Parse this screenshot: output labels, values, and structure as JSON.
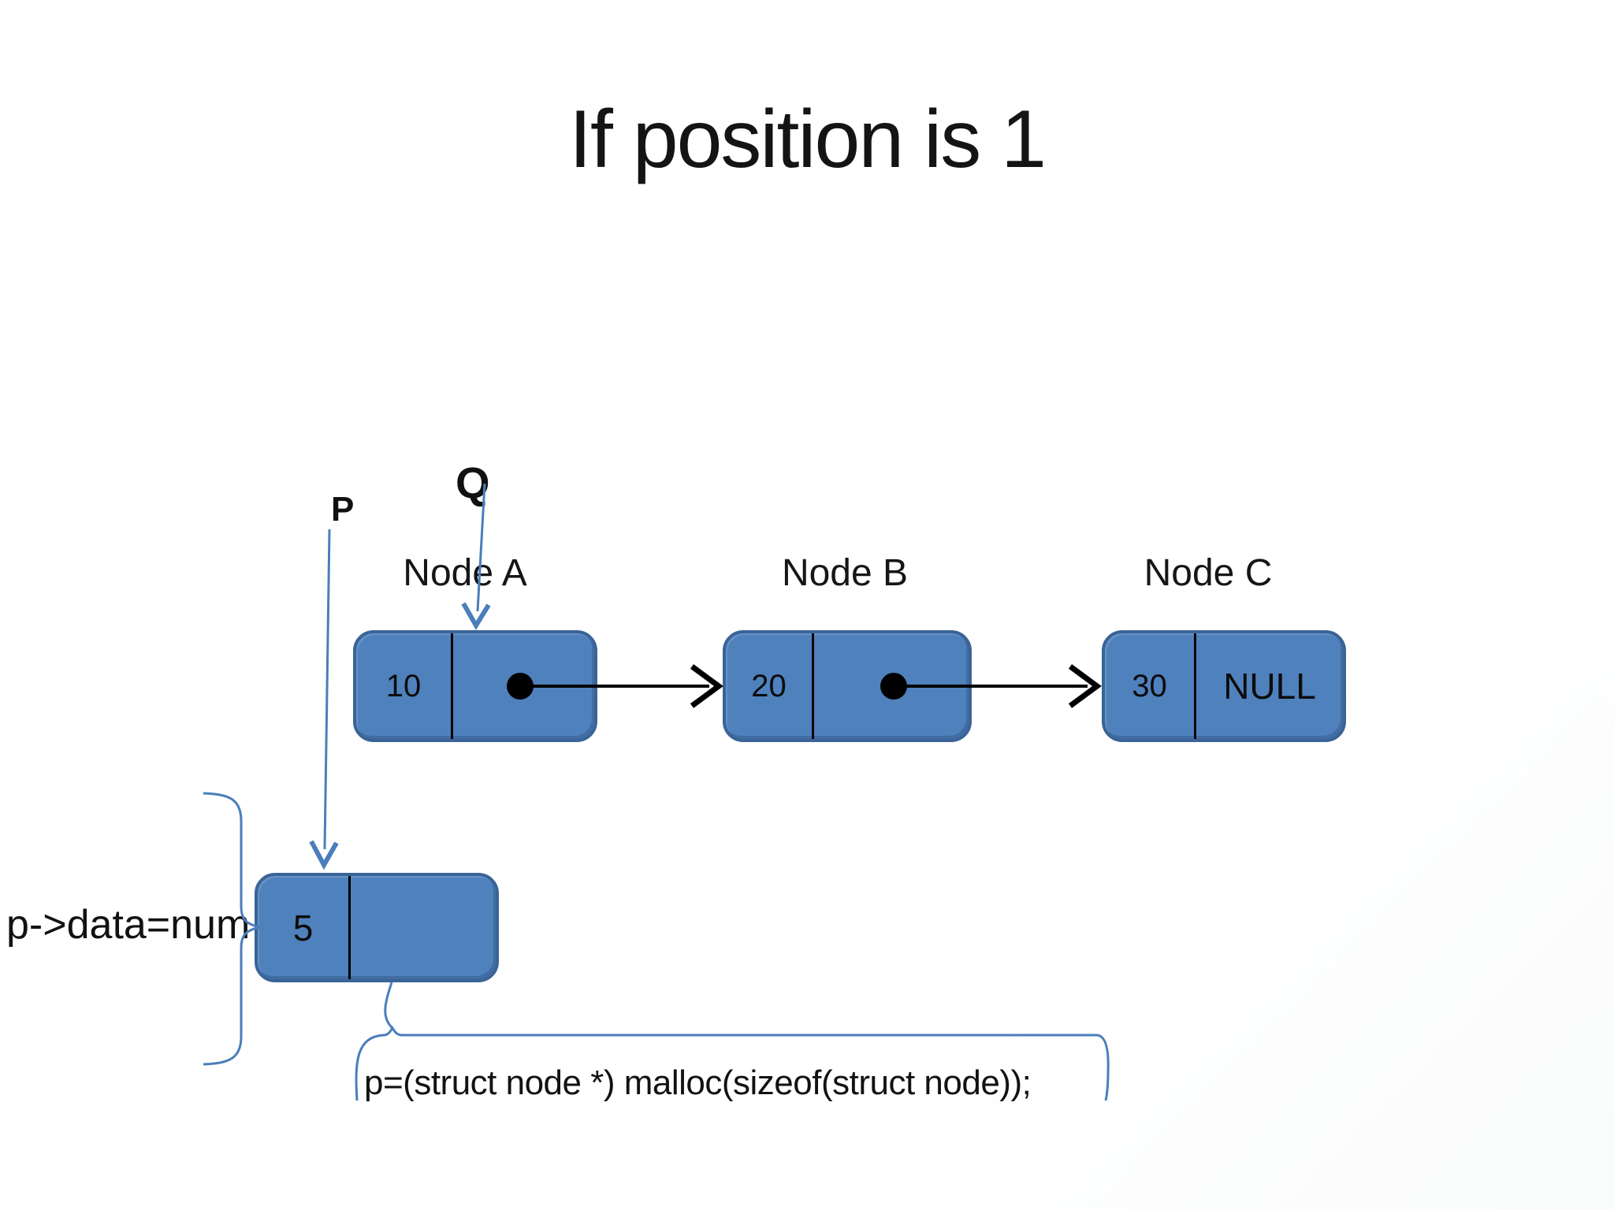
{
  "slide": {
    "title": "If position is 1",
    "pointers": {
      "p_label": "P",
      "q_label": "Q"
    },
    "list": {
      "nodes": [
        {
          "label": "Node A",
          "data": "10",
          "next": ""
        },
        {
          "label": "Node B",
          "data": "20",
          "next": ""
        },
        {
          "label": "Node C",
          "data": "30",
          "next": "NULL"
        }
      ]
    },
    "new_node": {
      "data": "5",
      "next": ""
    },
    "annotations": {
      "data_assign": "p->data=num",
      "malloc_code": "p=(struct node *) malloc(sizeof(struct node));"
    },
    "colors": {
      "node_fill": "#4f81bd",
      "node_border": "#3a6497",
      "connector": "#4a7ebb",
      "ink": "#141414"
    }
  }
}
